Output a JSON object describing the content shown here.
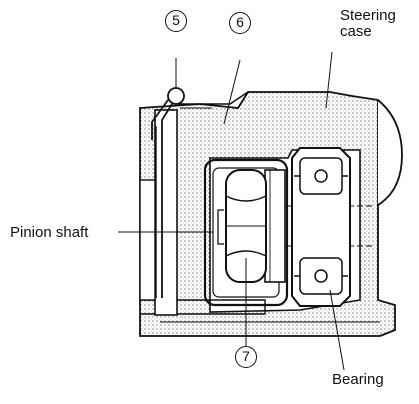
{
  "labels": {
    "steering_case_line1": "Steering",
    "steering_case_line2": "case",
    "pinion_shaft": "Pinion shaft",
    "bearing": "Bearing"
  },
  "callouts": {
    "c5": "5",
    "c6": "6",
    "c7": "7"
  },
  "colors": {
    "ink": "#111111",
    "stipple": "#9a9a9a",
    "background": "#ffffff"
  }
}
